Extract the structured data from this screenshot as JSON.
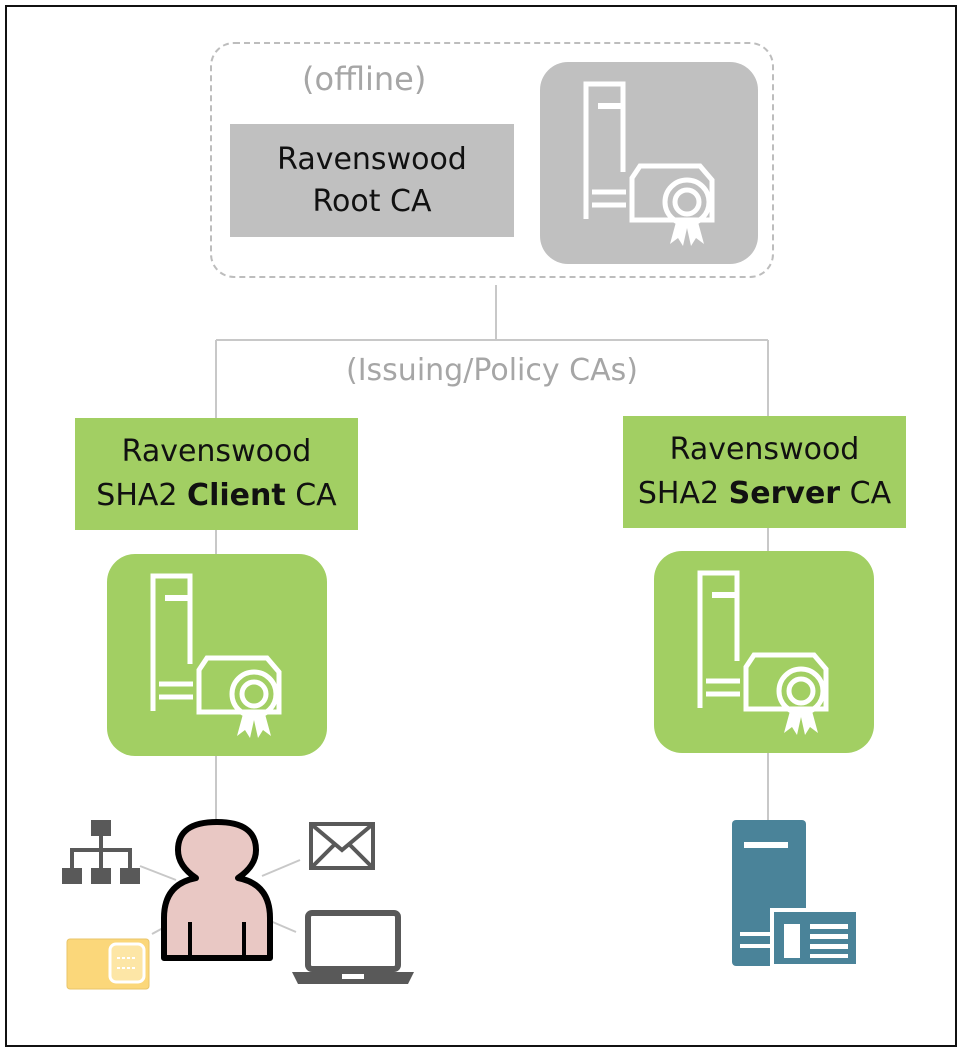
{
  "root": {
    "offline_label": "(offline)",
    "title_line1": "Ravenswood",
    "title_line2": "Root CA"
  },
  "issuing_label": "(Issuing/Policy CAs)",
  "client_ca": {
    "line1": "Ravenswood",
    "line2_prefix": "SHA2 ",
    "line2_bold": "Client",
    "line2_suffix": " CA"
  },
  "server_ca": {
    "line1": "Ravenswood",
    "line2_prefix": "SHA2 ",
    "line2_bold": "Server",
    "line2_suffix": " CA"
  },
  "colors": {
    "root_gray": "#c0c0c0",
    "ca_green": "#a2cf63",
    "server_teal": "#4a8399",
    "smartcard_yellow": "#fbd77a",
    "user_pink": "#e9c8c4"
  }
}
